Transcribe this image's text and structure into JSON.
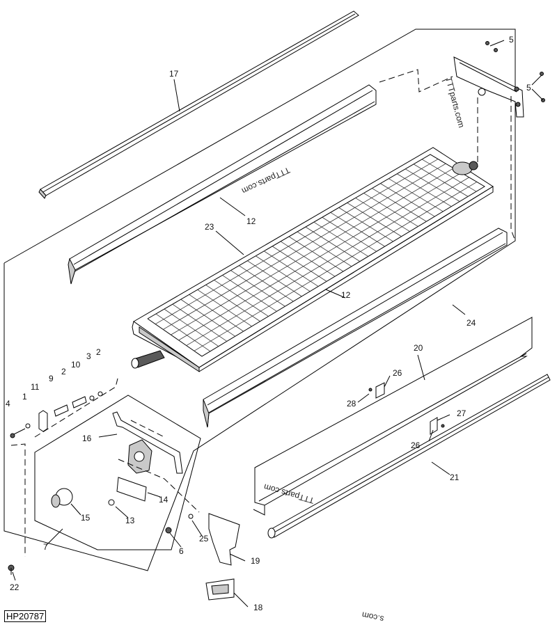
{
  "figure_id": "HP20787",
  "watermarks": [
    "TTTparts.com",
    "TTTparts.com",
    "TTTparts.com",
    "s.com"
  ],
  "callouts": {
    "c1": "1",
    "c2a": "2",
    "c2b": "2",
    "c3": "3",
    "c4": "4",
    "c5a": "5",
    "c5b": "5",
    "c6": "6",
    "c7": "7",
    "c9": "9",
    "c10": "10",
    "c11": "11",
    "c12a": "12",
    "c12b": "12",
    "c13": "13",
    "c14": "14",
    "c15": "15",
    "c16": "16",
    "c17": "17",
    "c18": "18",
    "c19": "19",
    "c20": "20",
    "c21": "21",
    "c22": "22",
    "c23": "23",
    "c24": "24",
    "c25": "25",
    "c26a": "26",
    "c26b": "26",
    "c27": "27",
    "c28": "28"
  }
}
